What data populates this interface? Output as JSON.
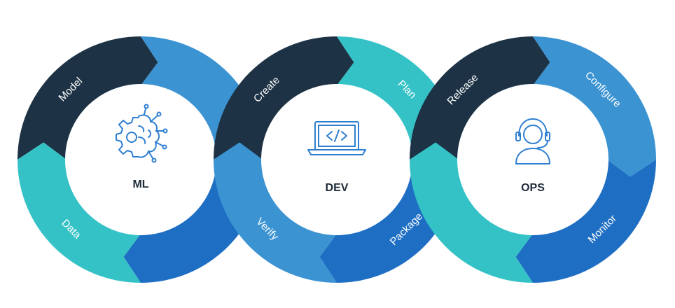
{
  "colors": {
    "dark_navy": "#1d3345",
    "teal": "#35c2c6",
    "light_blue": "#3b93d2",
    "blue": "#1e6fc4",
    "icon": "#2f7fd0",
    "center_text": "#1d2a38"
  },
  "rings": [
    {
      "id": "ml",
      "label": "ML",
      "icon": "ai-gear-brain-icon",
      "segments": [
        {
          "label": "Model",
          "color": "#1d3345"
        },
        {
          "label": "",
          "color": "#3b93d2"
        },
        {
          "label": "",
          "color": "#1e6fc4"
        },
        {
          "label": "Data",
          "color": "#35c2c6"
        }
      ]
    },
    {
      "id": "dev",
      "label": "DEV",
      "icon": "laptop-code-icon",
      "segments": [
        {
          "label": "Create",
          "color": "#1d3345"
        },
        {
          "label": "Plan",
          "color": "#35c2c6"
        },
        {
          "label": "Package",
          "color": "#1e6fc4"
        },
        {
          "label": "Verify",
          "color": "#3b93d2"
        }
      ]
    },
    {
      "id": "ops",
      "label": "OPS",
      "icon": "headset-support-icon",
      "segments": [
        {
          "label": "Release",
          "color": "#1d3345"
        },
        {
          "label": "Configure",
          "color": "#3b93d2"
        },
        {
          "label": "Monitor",
          "color": "#1e6fc4"
        },
        {
          "label": "",
          "color": "#35c2c6"
        }
      ]
    }
  ]
}
